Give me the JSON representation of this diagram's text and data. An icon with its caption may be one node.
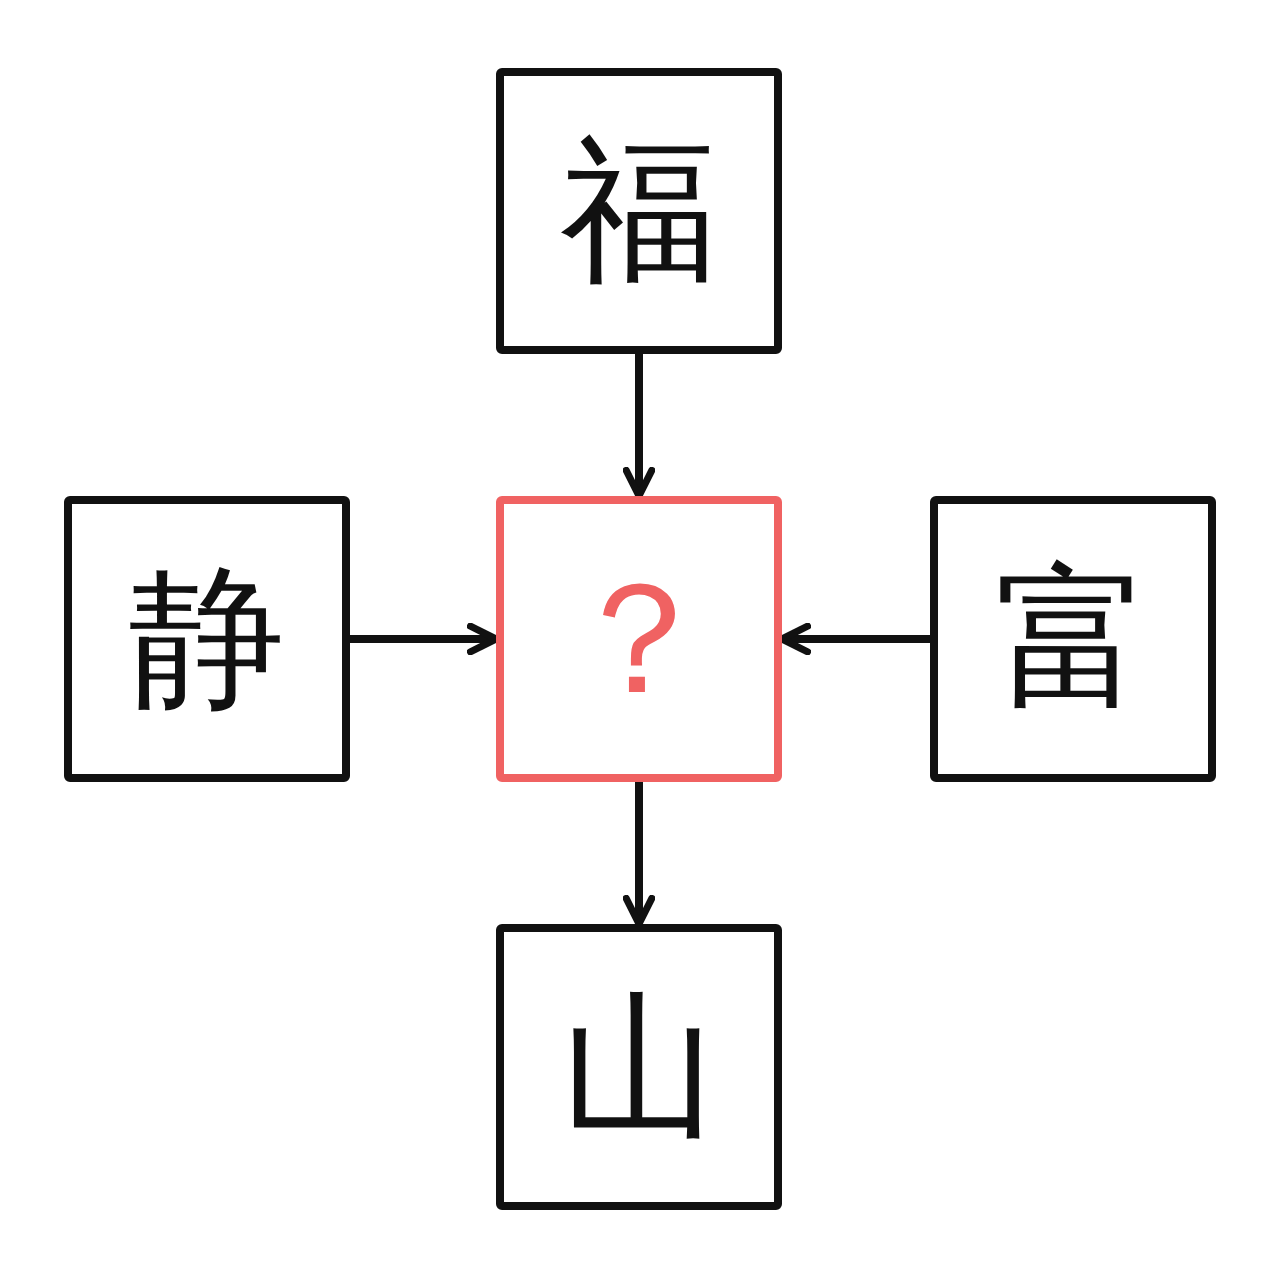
{
  "diagram": {
    "nodes": [
      {
        "text": [
          "福"
        ]
      },
      {
        "text": [
          "静"
        ]
      },
      {
        "text": [
          "？"
        ]
      },
      {
        "text": [
          "富"
        ]
      },
      {
        "text": [
          "山"
        ]
      }
    ],
    "edges": [
      {
        "from": 0,
        "to": 2,
        "arrow": "to"
      },
      {
        "from": 1,
        "to": 2,
        "arrow": "to"
      },
      {
        "from": 3,
        "to": 2,
        "arrow": "to"
      },
      {
        "from": 2,
        "to": 4,
        "arrow": "to"
      }
    ]
  }
}
